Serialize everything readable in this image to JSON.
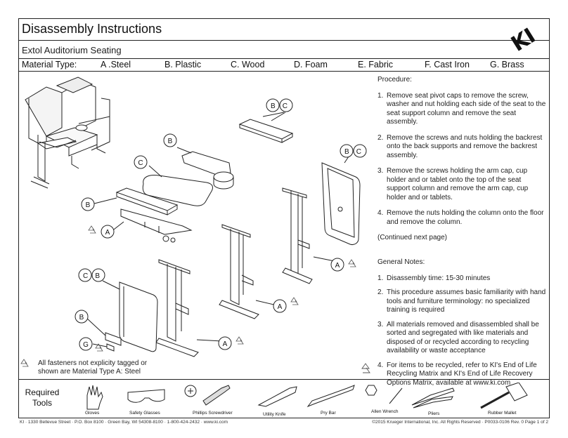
{
  "title": "Disassembly Instructions",
  "subtitle": "Extol Auditorium Seating",
  "logo": "KI",
  "materials": {
    "label": "Material Type:",
    "items": [
      "A .Steel",
      "B. Plastic",
      "C. Wood",
      "D. Foam",
      "E. Fabric",
      "F. Cast Iron",
      "G. Brass"
    ]
  },
  "procedure": {
    "heading": "Procedure:",
    "steps": [
      {
        "n": "1.",
        "text": "Remove seat pivot caps to remove the screw, washer and nut holding each side of the seat to the seat support column and remove the seat assembly."
      },
      {
        "n": "2.",
        "text": "Remove the screws and nuts holding the backrest onto the back supports and remove the backrest assembly."
      },
      {
        "n": "3.",
        "text": "Remove the screws holding the arm cap, cup holder and or tablet onto the top of the seat support column and remove the arm cap, cup holder and or tablets."
      },
      {
        "n": "4.",
        "text": "Remove the nuts holding the column onto the floor and remove the column."
      }
    ],
    "continued": "(Continued next page)"
  },
  "general_notes": {
    "heading": "General Notes:",
    "items": [
      {
        "n": "1.",
        "text": "Disassembly time: 15-30 minutes"
      },
      {
        "n": "2.",
        "text": "This procedure assumes basic familiarity with hand tools and furniture terminology: no specialized training is required"
      },
      {
        "n": "3.",
        "text": "All materials removed and disassembled shall be sorted and segregated with like materials and disposed of or recycled according to recycling availability or waste acceptance"
      },
      {
        "n": "4.",
        "text": "For items to be recycled, refer to KI's End of Life Recycling Matrix and KI's End of Life Recovery Options Matrix, available at www.ki.com"
      }
    ]
  },
  "fastener_note": {
    "line1": "All fasteners not explicity tagged or",
    "line2": "shown are Material Type A:  Steel"
  },
  "callouts": {
    "bc_top": "B C",
    "b_arm": "B",
    "c_seat": "C",
    "b_cap": "B",
    "a_bracket": "A",
    "bc_back": "B C",
    "a_post1": "A",
    "a_post2": "A",
    "a_post3": "A",
    "cb_panel": "C B",
    "b_bracket": "B",
    "g_bracket": "G"
  },
  "tools": {
    "heading_line1": "Required",
    "heading_line2": "Tools",
    "items": [
      "Gloves",
      "Safety Glasses",
      "Phillips Screwdriver",
      "Utility Knife",
      "Pry Bar",
      "Allen Wrench",
      "Pliers",
      "Rubber Mallet"
    ]
  },
  "footer": {
    "left": "KI · 1330 Bellevue Street · P.O. Box 8100 · Green Bay, WI 54308-8100 · 1-800-424-2432 · www.ki.com",
    "right": "©2015 Krueger International, Inc.  All Rights Reserved · P0033-0106    Rev. 0    Page 1 of 2"
  }
}
